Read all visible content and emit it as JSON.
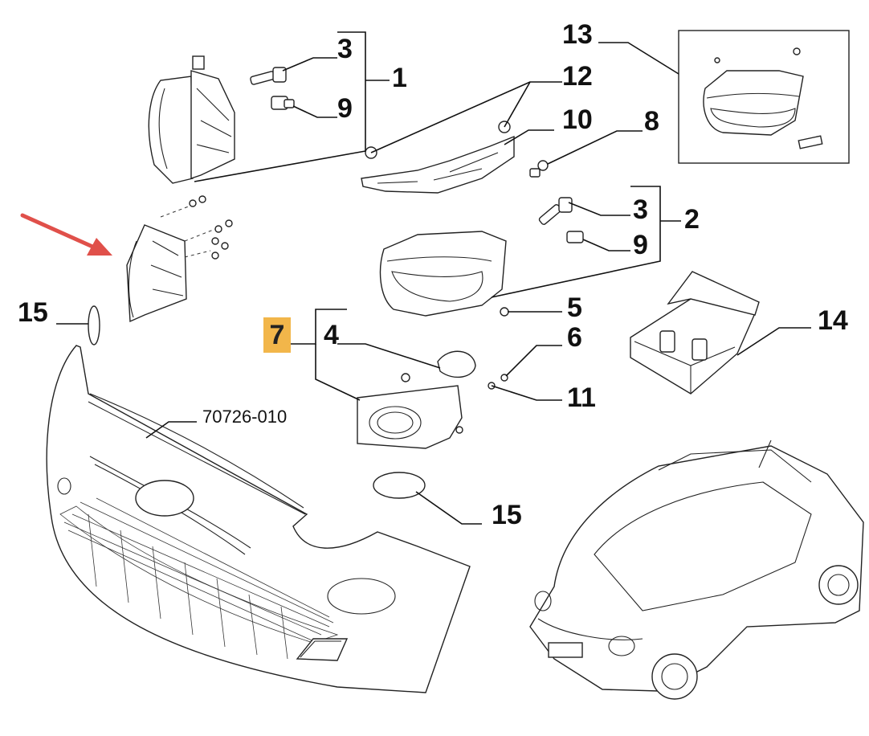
{
  "callouts": {
    "c1": "1",
    "c2": "2",
    "c3a": "3",
    "c3b": "3",
    "c4": "4",
    "c5": "5",
    "c6": "6",
    "c7": "7",
    "c8": "8",
    "c9a": "9",
    "c9b": "9",
    "c10": "10",
    "c11": "11",
    "c12": "12",
    "c13": "13",
    "c14": "14",
    "c15a": "15",
    "c15b": "15"
  },
  "reference_code": "70726-010",
  "colors": {
    "highlight": "#f2b64a",
    "arrow": "#e0504a",
    "line": "#111111"
  }
}
